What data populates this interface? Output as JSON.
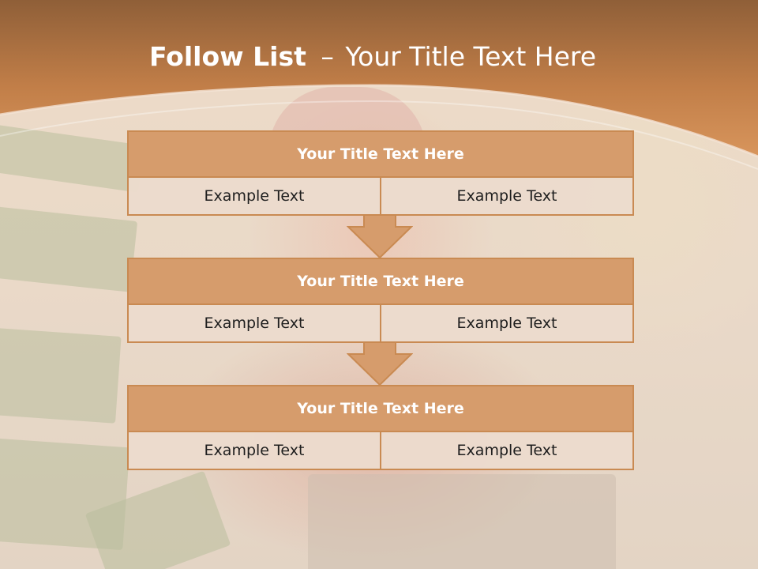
{
  "slide": {
    "title_bold": "Follow List",
    "title_separator": "–",
    "title_rest": "Your Title Text Here"
  },
  "flow": {
    "steps": [
      {
        "title": "Your Title Text Here",
        "left": "Example Text",
        "right": "Example Text"
      },
      {
        "title": "Your Title Text Here",
        "left": "Example Text",
        "right": "Example Text"
      },
      {
        "title": "Your Title Text Here",
        "left": "Example Text",
        "right": "Example Text"
      }
    ]
  },
  "colors": {
    "header_top": "#8f5f38",
    "header_bottom": "#d59056",
    "box_title": "#d69c6c",
    "box_border": "#c98a52",
    "box_cell": "#ecdbce",
    "arrow": "#d69c6c"
  }
}
